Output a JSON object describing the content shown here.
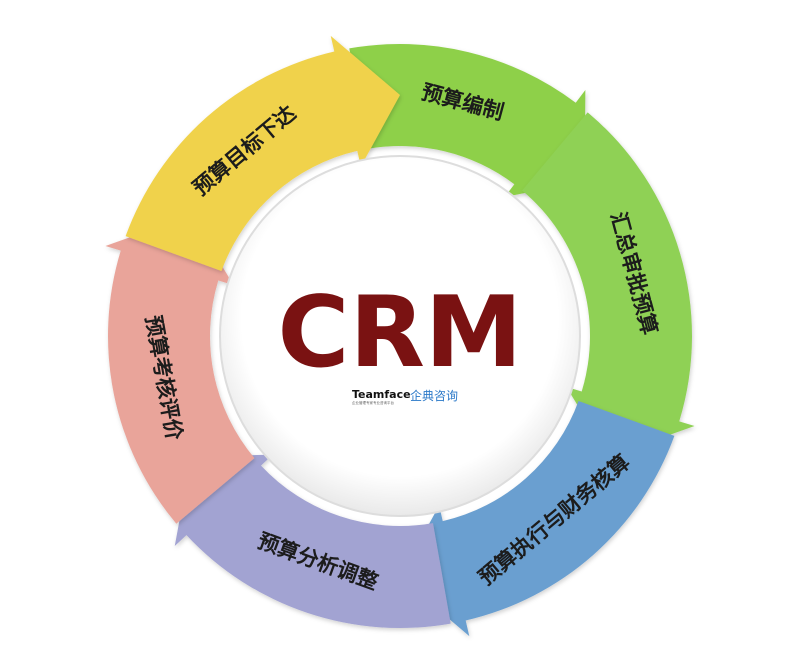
{
  "center": {
    "title": "CRM",
    "brand": "Teamface",
    "brand_cn": "企典咨询",
    "brand_sub": "企业管理专家专业咨询平台"
  },
  "steps": [
    {
      "label": "预算编制",
      "color": "#8ed04a"
    },
    {
      "label": "汇总审批预算",
      "color": "#8fd155"
    },
    {
      "label": "预算执行与财务核算",
      "color": "#6b9fd0"
    },
    {
      "label": "预算分析调整",
      "color": "#a2a3d2"
    },
    {
      "label": "预算考核评价",
      "color": "#e9a49a"
    },
    {
      "label": "预算目标下达",
      "color": "#f0d24c"
    }
  ],
  "colors": {
    "crm": "#7a1212",
    "brand_cn": "#2a78c8"
  }
}
